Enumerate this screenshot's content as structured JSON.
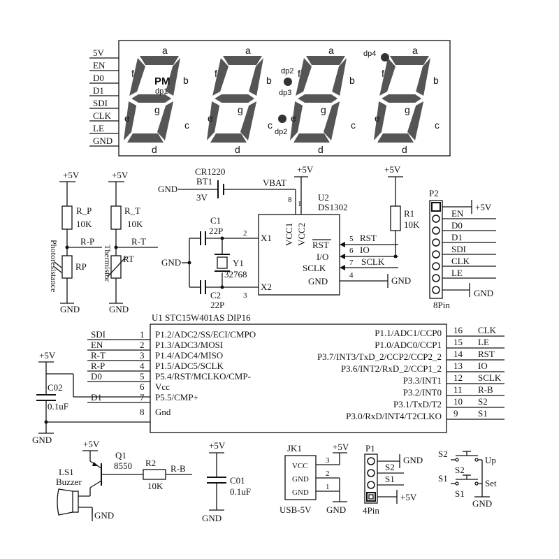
{
  "display": {
    "pins": [
      "5V",
      "EN",
      "D0",
      "D1",
      "SDI",
      "CLK",
      "LE",
      "GND"
    ],
    "seg": {
      "a": "a",
      "b": "b",
      "c": "c",
      "d": "d",
      "e": "e",
      "f": "f",
      "g": "g"
    },
    "pm": "PM",
    "dp1": "dp1",
    "dp2": "dp2",
    "dp3": "dp3",
    "dp4": "dp4"
  },
  "left": {
    "vcc": "+5V",
    "gnd": "GND",
    "rp_label": "R_P",
    "rp_value": "10K",
    "rp_net": "R-P",
    "rp_name": "RP",
    "photo": "Photoresistance",
    "rt_label": "R_T",
    "rt_value": "10K",
    "rt_net": "R-T",
    "rt_name": "RT",
    "thermistor": "Thermistor"
  },
  "rtc": {
    "gnd": "GND",
    "vcc": "+5V",
    "battery": "CR1220",
    "bt_name": "BT1",
    "bt_volt": "3V",
    "vbat": "VBAT",
    "c1": "C1",
    "c1v": "22P",
    "c2": "C2",
    "c2v": "22P",
    "xtal": "Y1",
    "xtal_v": "32768",
    "chip": "U2",
    "chip_part": "DS1302",
    "x1": "X1",
    "x2": "X2",
    "vcc1": "VCC1",
    "vcc2": "VCC2",
    "rst": "RST",
    "io": "I/O",
    "sclk": "SCLK",
    "gndpin": "GND",
    "pn": {
      "p2": "2",
      "p3": "3",
      "p8": "8",
      "p1": "1",
      "p5": "5",
      "p6": "6",
      "p7": "7",
      "p4": "4"
    },
    "net_rst": "RST",
    "net_io": "IO",
    "net_sclk": "SCLK",
    "r1": "R1",
    "r1v": "10K",
    "r1vcc": "+5V"
  },
  "p2": {
    "name": "P2",
    "pins_label": "8Pin",
    "nets": [
      "EN",
      "D0",
      "D1",
      "SDI",
      "CLK",
      "LE"
    ],
    "plus5": "+5V",
    "gnd": "GND"
  },
  "mcu": {
    "title": "U1   STC15W401AS    DIP16",
    "left_nets": [
      "SDI",
      "EN",
      "R-T",
      "R-P",
      "D0",
      "",
      "D1",
      ""
    ],
    "left_nums": [
      "1",
      "2",
      "3",
      "4",
      "5",
      "6",
      "7",
      "8"
    ],
    "left_fns": [
      "P1.2/ADC2/SS/ECI/CMPO",
      "P1.3/ADC3/MOSI",
      "P1.4/ADC4/MISO",
      "P1.5/ADC5/SCLK",
      "P5.4/RST/MCLKO/CMP-",
      "Vcc",
      "P5.5/CMP+",
      "Gnd"
    ],
    "right_fns": [
      "P1.1/ADC1/CCP0",
      "P1.0/ADC0/CCP1",
      "P3.7/INT3/TxD_2/CCP2/CCP2_2",
      "P3.6/INT2/RxD_2/CCP1_2",
      "P3.3/INT1",
      "P3.2/INT0",
      "P3.1/TxD/T2",
      "P3.0/RxD/INT4/T2CLKO"
    ],
    "right_nums": [
      "16",
      "15",
      "14",
      "13",
      "12",
      "11",
      "10",
      "9"
    ],
    "right_nets": [
      "CLK",
      "LE",
      "RST",
      "IO",
      "SCLK",
      "R-B",
      "S2",
      "S1"
    ],
    "vcc": "+5V",
    "cap": "C02",
    "cap_v": "0.1uF",
    "gnd": "GND"
  },
  "buzz": {
    "vcc": "+5V",
    "q": "Q1",
    "q_part": "8550",
    "r": "R2",
    "r_v": "10K",
    "net": "R-B",
    "ls": "LS1",
    "ls_name": "Buzzer",
    "gnd": "GND"
  },
  "c01": {
    "vcc": "+5V",
    "name": "C01",
    "val": "0.1uF",
    "gnd": "GND"
  },
  "usb": {
    "name": "JK1",
    "vcc": "+5V",
    "pins": [
      "VCC",
      "GND",
      "GND"
    ],
    "nums": [
      "3",
      "2",
      "1"
    ],
    "label": "USB-5V",
    "gnd": "GND"
  },
  "p1": {
    "name": "P1",
    "gnd": "GND",
    "nets": [
      "S2",
      "S1"
    ],
    "plus5": "+5V",
    "pins_label": "4Pin"
  },
  "sw": {
    "s2": "S2",
    "s1": "S1",
    "up": "Up",
    "set": "Set",
    "gnd": "GND"
  }
}
